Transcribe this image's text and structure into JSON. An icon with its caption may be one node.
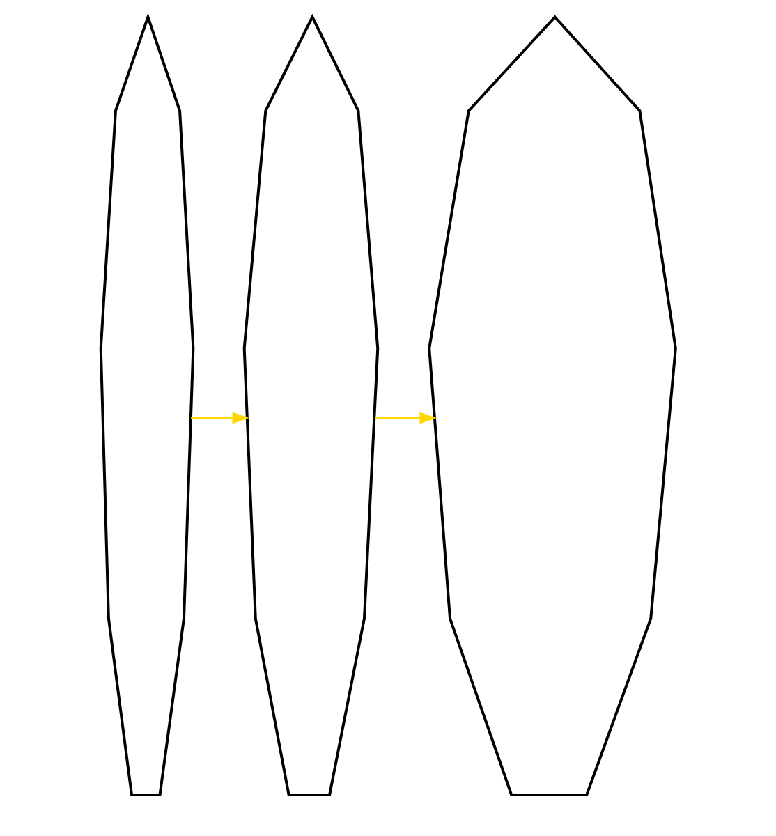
{
  "diagram": {
    "nodes": [
      {
        "text": [],
        "shape": "polygon"
      },
      {
        "text": [],
        "shape": "polygon"
      },
      {
        "text": [],
        "shape": "polygon"
      }
    ],
    "edges": [
      {
        "from": 0,
        "to": 1,
        "arrow": "to",
        "color": "#ffd700"
      },
      {
        "from": 1,
        "to": 2,
        "arrow": "to",
        "color": "#ffd700"
      }
    ]
  }
}
